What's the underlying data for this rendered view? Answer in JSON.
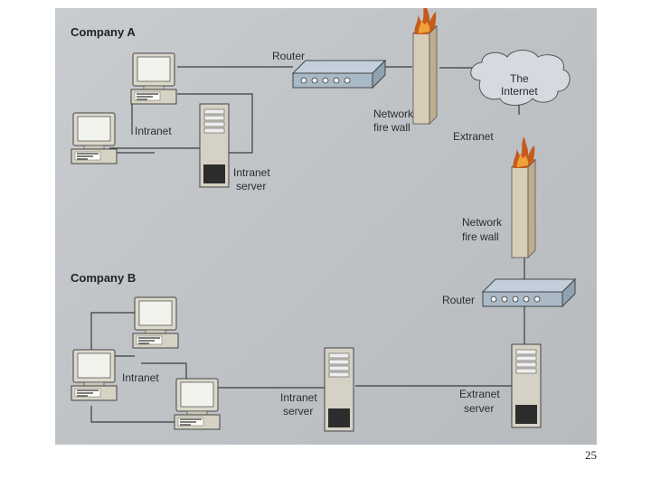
{
  "company_a": {
    "title": "Company A",
    "router": "Router",
    "intranet": "Intranet",
    "server_l1": "Intranet",
    "server_l2": "server",
    "firewall_l1": "Network",
    "firewall_l2": "fire wall",
    "extranet": "Extranet"
  },
  "internet": {
    "l1": "The",
    "l2": "Internet"
  },
  "company_b": {
    "title": "Company B",
    "firewall_l1": "Network",
    "firewall_l2": "fire wall",
    "router": "Router",
    "intranet": "Intranet",
    "intranet_server_l1": "Intranet",
    "intranet_server_l2": "server",
    "extranet_server_l1": "Extranet",
    "extranet_server_l2": "server"
  },
  "page_number": "25",
  "colors": {
    "line": "#3a3c40",
    "router": "#a9b9c6",
    "firewall": "#d8cdb8",
    "cloud": "#d4dadf",
    "flame": "#c75a1c"
  }
}
